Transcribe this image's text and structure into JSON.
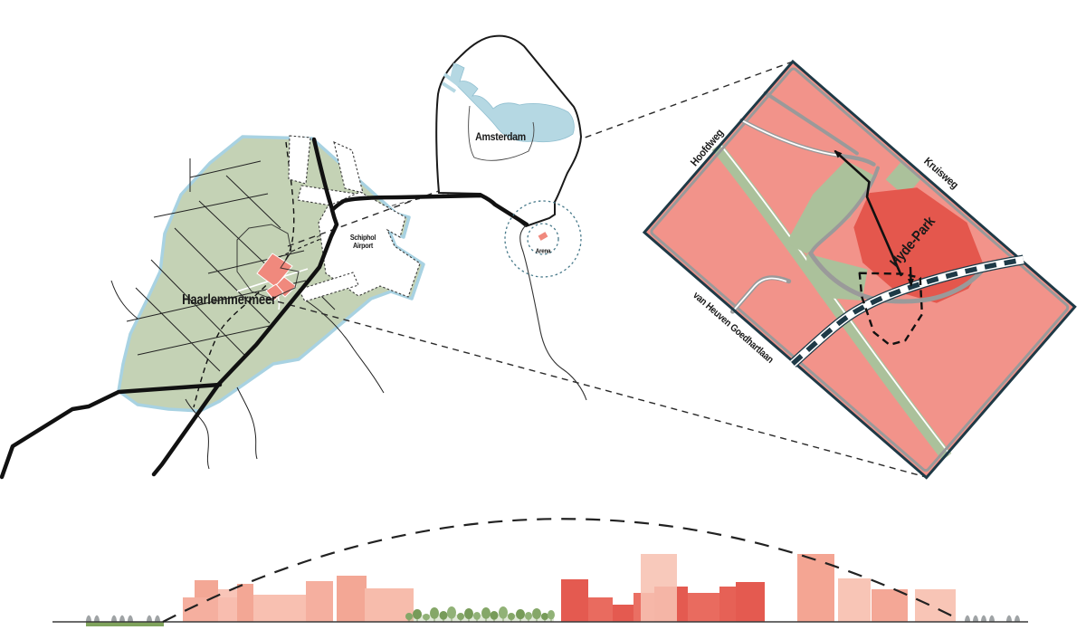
{
  "figure": {
    "description": "Location diagram of Hyde-Park site in Haarlemmermeer between Schiphol Airport and Amsterdam, with zoomed site map and skyline section"
  },
  "regional_map": {
    "haarlemmermeer_label": "Haarlemmermeer",
    "schiphol_label_line1": "Schiphol",
    "schiphol_label_line2": "Airport",
    "amsterdam_label": "Amsterdam",
    "arena_label": "Arena"
  },
  "detail_map": {
    "street_left_label": "Hoofdweg",
    "street_top_label": "Kruisweg",
    "street_bottom_label": "van Heuven Goedhartlaan",
    "site_label": "Hyde-Park"
  },
  "colors": {
    "polder_green": "#C4D2B5",
    "canal_blue": "#A8D2E2",
    "water_blue": "#B5D8E3",
    "block_salmon": "#F2938A",
    "site_red": "#E4574D",
    "hoofddorp_red": "#F0897D",
    "park_green": "#ABC19B",
    "road_grey": "#9A9A9A",
    "border_navy": "#1E3A47",
    "building_light": "#F8C5B6",
    "building_mid": "#F4A593",
    "building_dark": "#E45A50",
    "tree_green": "#85A768",
    "tree_grey": "#9FA3A5",
    "base_green": "#7FA35C"
  }
}
